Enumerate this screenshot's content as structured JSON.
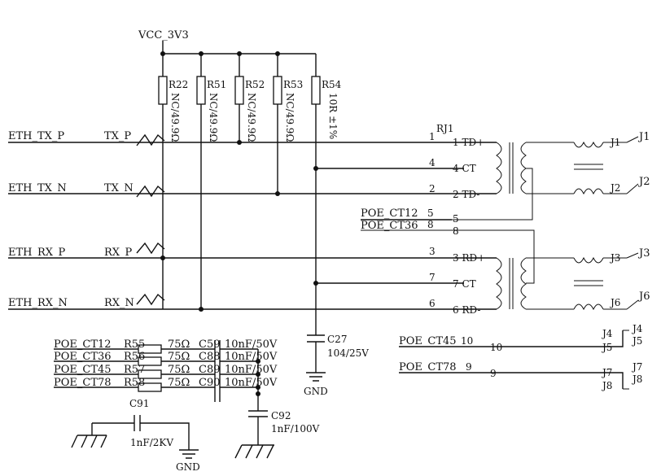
{
  "power": {
    "vcc": "VCC_3V3",
    "gnd": "GND"
  },
  "nets": {
    "tx_p": "ETH_TX_P",
    "tx_n": "ETH_TX_N",
    "rx_p": "ETH_RX_P",
    "rx_n": "ETH_RX_N",
    "tx_p_short": "TX_P",
    "tx_n_short": "TX_N",
    "rx_p_short": "RX_P",
    "rx_n_short": "RX_N",
    "poe_ct12": "POE_CT12",
    "poe_ct36": "POE_CT36",
    "poe_ct45": "POE_CT45",
    "poe_ct78": "POE_CT78"
  },
  "pullups": [
    {
      "ref": "R22",
      "value": "NC/49.9Ω"
    },
    {
      "ref": "R51",
      "value": "NC/49.9Ω"
    },
    {
      "ref": "R52",
      "value": "NC/49.9Ω"
    },
    {
      "ref": "R53",
      "value": "NC/49.9Ω"
    },
    {
      "ref": "R54",
      "value": "10R ±1%"
    }
  ],
  "c27": {
    "ref": "C27",
    "value": "104/25V"
  },
  "rj": {
    "ref": "RJ1",
    "pins": {
      "p1": "1",
      "p2": "2",
      "p3": "3",
      "p4": "4",
      "p5": "5",
      "p6": "6",
      "p7": "7",
      "p8": "8",
      "td_plus": "1  TD+",
      "ct_tx": "4   CT",
      "td_minus": "2  TD-",
      "rd_plus": "3  RD+",
      "ct_rx": "7  CT",
      "rd_minus": "6  RD-"
    },
    "jacks": {
      "j1": "J1",
      "j2": "J2",
      "j3": "J3",
      "j6": "J6"
    },
    "ports": {
      "j1": "J1",
      "j2": "J2",
      "j3": "J3",
      "j6": "J6"
    }
  },
  "poe_rj": {
    "ct45_pin": "10",
    "ct45_pin_b": "10",
    "ct78_pin": "9",
    "ct78_pin_b": "9",
    "j4": "J4",
    "j5": "J5",
    "j5_b": "J5",
    "j7": "J7",
    "j8": "J8",
    "j8_b": "J8",
    "j4_b": "J4",
    "j7_b": "J7"
  },
  "bob_smith": {
    "rows": [
      {
        "net": "POE_CT12",
        "res": "R55",
        "rval": "75Ω",
        "cap": "C59",
        "cval": "10nF/50V"
      },
      {
        "net": "POE_CT36",
        "res": "R56",
        "rval": "75Ω",
        "cap": "C88",
        "cval": "10nF/50V"
      },
      {
        "net": "POE_CT45",
        "res": "R57",
        "rval": "75Ω",
        "cap": "C89",
        "cval": "10nF/50V"
      },
      {
        "net": "POE_CT78",
        "res": "R58",
        "rval": "75Ω",
        "cap": "C90",
        "cval": "10nF/50V"
      }
    ],
    "c91": {
      "ref": "C91",
      "value": "1nF/2KV"
    },
    "c92": {
      "ref": "C92",
      "value": "1nF/100V"
    }
  }
}
